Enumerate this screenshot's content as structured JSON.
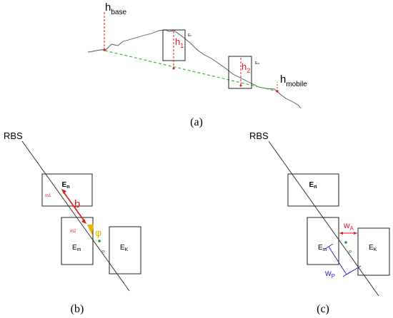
{
  "panel_a": {
    "caption": "(a)",
    "h_base": {
      "main": "h",
      "sub": "base"
    },
    "h_mobile": {
      "main": "h",
      "sub": "mobile"
    },
    "h1": {
      "main": "h",
      "sub": "1"
    },
    "h2": {
      "main": "h",
      "sub": "2"
    },
    "box_labels": {
      "en": "Eₙ",
      "em": "Eₘ"
    }
  },
  "panel_b": {
    "caption": "(b)",
    "rbs": "RBS",
    "en": {
      "main": "E",
      "sub": "n"
    },
    "em": {
      "main": "E",
      "sub": "m"
    },
    "ek": {
      "main": "E",
      "sub": "K"
    },
    "b": "b",
    "m1": "m1",
    "m2": "m2",
    "phi": "φ",
    "p": "P"
  },
  "panel_c": {
    "caption": "(c)",
    "rbs": "RBS",
    "en": {
      "main": "E",
      "sub": "n"
    },
    "em": {
      "main": "E",
      "sub": "m"
    },
    "ek": {
      "main": "E",
      "sub": "K"
    },
    "wa": {
      "main": "w",
      "sub": "A"
    },
    "wp": {
      "main": "w",
      "sub": "P"
    },
    "p": "P"
  },
  "colors": {
    "red": "#e0191e",
    "green_dash": "#3fb53f",
    "blue": "#2b2bd0",
    "yellow": "#e8b400",
    "point_green": "#1d9a2e",
    "line": "#333333"
  }
}
